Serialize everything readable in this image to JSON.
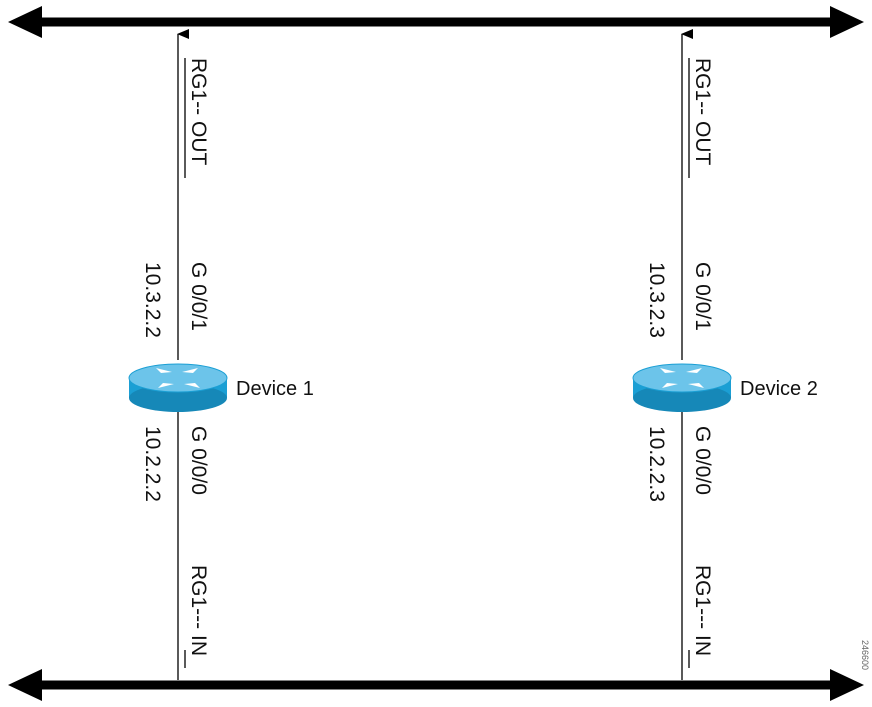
{
  "figure_id": "246600",
  "devices": [
    {
      "name": "Device 1",
      "out_label": "RG1-- OUT",
      "in_label": "RG1--- IN",
      "upper_port": "G 0/0/1",
      "upper_ip": "10.3.2.2",
      "lower_port": "G 0/0/0",
      "lower_ip": "10.2.2.2"
    },
    {
      "name": "Device 2",
      "out_label": "RG1-- OUT",
      "in_label": "RG1--- IN",
      "upper_port": "G 0/0/1",
      "upper_ip": "10.3.2.3",
      "lower_port": "G 0/0/0",
      "lower_ip": "10.2.2.3"
    }
  ],
  "colors": {
    "router_body": "#1b9fd4",
    "router_top": "#6cc4ea",
    "router_rim": "#0d6f99",
    "bus": "#000000",
    "link": "#000000"
  }
}
